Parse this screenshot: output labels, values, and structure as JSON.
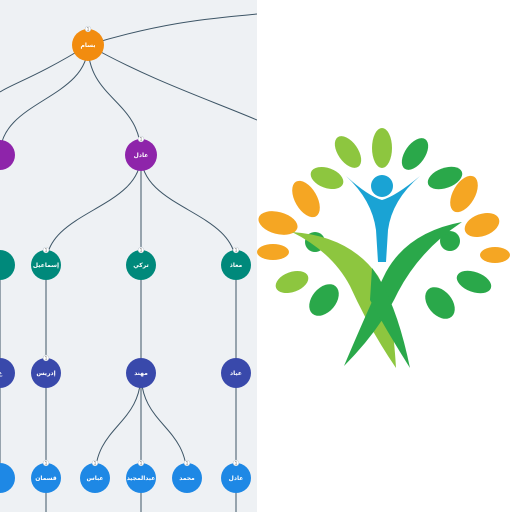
{
  "colors": {
    "orange": "#f28c0f",
    "purple": "#8e24aa",
    "teal": "#00897b",
    "indigo": "#3949ab",
    "blue": "#1e88e5",
    "edge": "#3d5566",
    "panel_bg": "#eef1f4"
  },
  "tree": {
    "nodes": [
      {
        "id": "n1",
        "label": "بسام",
        "color": "orange",
        "badge": "1"
      },
      {
        "id": "n2",
        "label": "",
        "color": "purple",
        "badge": ""
      },
      {
        "id": "n3",
        "label": "عادل",
        "color": "purple",
        "badge": "1"
      },
      {
        "id": "n4",
        "label": "",
        "color": "teal",
        "badge": ""
      },
      {
        "id": "n5",
        "label": "إسماعيل",
        "color": "teal",
        "badge": "1"
      },
      {
        "id": "n6",
        "label": "تركي",
        "color": "teal",
        "badge": "1"
      },
      {
        "id": "n7",
        "label": "معاذ",
        "color": "teal",
        "badge": "1"
      },
      {
        "id": "n8",
        "label": "ع",
        "color": "indigo",
        "badge": ""
      },
      {
        "id": "n9",
        "label": "إدريس",
        "color": "indigo",
        "badge": "1"
      },
      {
        "id": "n10",
        "label": "مهند",
        "color": "indigo",
        "badge": ""
      },
      {
        "id": "n11",
        "label": "عياد",
        "color": "indigo",
        "badge": ""
      },
      {
        "id": "n12",
        "label": "",
        "color": "blue",
        "badge": ""
      },
      {
        "id": "n13",
        "label": "قسمان",
        "color": "blue",
        "badge": "1"
      },
      {
        "id": "n14",
        "label": "عباس",
        "color": "blue",
        "badge": "1"
      },
      {
        "id": "n15",
        "label": "عبدالمجيد",
        "color": "blue",
        "badge": "1"
      },
      {
        "id": "n16",
        "label": "محمد",
        "color": "blue",
        "badge": "1"
      },
      {
        "id": "n17",
        "label": "عادل",
        "color": "blue",
        "badge": "1"
      }
    ]
  },
  "logo": {
    "colors": [
      "#f5a623",
      "#8dc63f",
      "#2aa84a",
      "#1aa3d4",
      "#a8c83a"
    ]
  }
}
